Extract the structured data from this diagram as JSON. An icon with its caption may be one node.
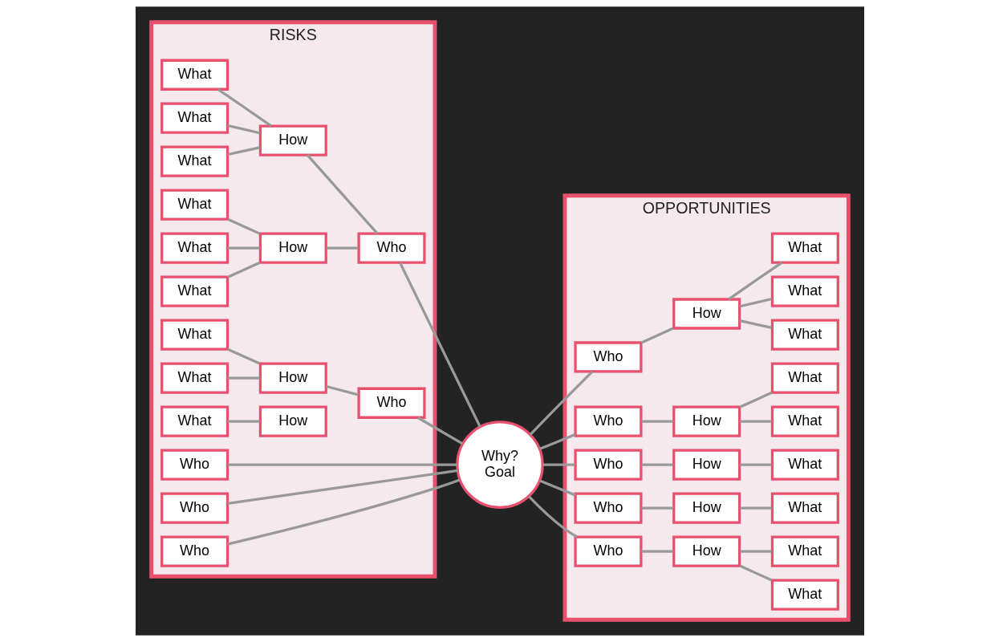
{
  "diagram": {
    "nodes": [
      {
        "text": [
          "RISKS"
        ]
      },
      {
        "text": [
          "What"
        ],
        "in": 0
      },
      {
        "text": [
          "What"
        ],
        "in": 0
      },
      {
        "text": [
          "What"
        ],
        "in": 0
      },
      {
        "text": [
          "How"
        ],
        "in": 0
      },
      {
        "text": [
          "Who"
        ],
        "in": 0
      },
      {
        "text": [
          "What"
        ],
        "in": 0
      },
      {
        "text": [
          "What"
        ],
        "in": 0
      },
      {
        "text": [
          "What"
        ],
        "in": 0
      },
      {
        "text": [
          "How"
        ],
        "in": 0
      },
      {
        "text": [
          "Who"
        ],
        "in": 0
      },
      {
        "text": [
          "Who"
        ],
        "in": 0
      },
      {
        "text": [
          "What"
        ],
        "in": 0
      },
      {
        "text": [
          "What"
        ],
        "in": 0
      },
      {
        "text": [
          "How"
        ],
        "in": 0
      },
      {
        "text": [
          "Who"
        ],
        "in": 0
      },
      {
        "text": [
          "Who"
        ],
        "in": 0
      },
      {
        "text": [
          "What"
        ],
        "in": 0
      },
      {
        "text": [
          "How"
        ],
        "in": 0
      },
      {
        "text": [
          "Why?",
          "Goal"
        ]
      },
      {
        "text": [
          "OPPORTUNITIES"
        ]
      },
      {
        "text": [
          "How"
        ],
        "in": 20
      },
      {
        "text": [
          "What"
        ],
        "in": 20
      },
      {
        "text": [
          "What"
        ],
        "in": 20
      },
      {
        "text": [
          "What"
        ],
        "in": 20
      },
      {
        "text": [
          "Who"
        ],
        "in": 20
      },
      {
        "text": [
          "Who"
        ],
        "in": 20
      },
      {
        "text": [
          "How"
        ],
        "in": 20
      },
      {
        "text": [
          "What"
        ],
        "in": 20
      },
      {
        "text": [
          "What"
        ],
        "in": 20
      },
      {
        "text": [
          "Who"
        ],
        "in": 20
      },
      {
        "text": [
          "How"
        ],
        "in": 20
      },
      {
        "text": [
          "What"
        ],
        "in": 20
      },
      {
        "text": [
          "Who"
        ],
        "in": 20
      },
      {
        "text": [
          "How"
        ],
        "in": 20
      },
      {
        "text": [
          "What"
        ],
        "in": 20
      },
      {
        "text": [
          "Who"
        ],
        "in": 20
      },
      {
        "text": [
          "What"
        ],
        "in": 20
      },
      {
        "text": [
          "How"
        ],
        "in": 20
      },
      {
        "text": [
          "What"
        ],
        "in": 20
      }
    ],
    "edges": [
      {
        "from": 1,
        "to": 4,
        "arrow": "none"
      },
      {
        "from": 2,
        "to": 4,
        "arrow": "none"
      },
      {
        "from": 3,
        "to": 4,
        "arrow": "none"
      },
      {
        "from": 4,
        "to": 5,
        "arrow": "none"
      },
      {
        "from": 6,
        "to": 9,
        "arrow": "none"
      },
      {
        "from": 7,
        "to": 9,
        "arrow": "none"
      },
      {
        "from": 8,
        "to": 9,
        "arrow": "none"
      },
      {
        "from": 9,
        "to": 5,
        "arrow": "none"
      },
      {
        "from": 12,
        "to": 14,
        "arrow": "none"
      },
      {
        "from": 13,
        "to": 14,
        "arrow": "none"
      },
      {
        "from": 14,
        "to": 11,
        "arrow": "none"
      },
      {
        "from": 17,
        "to": 18,
        "arrow": "none"
      },
      {
        "from": 5,
        "to": 19,
        "arrow": "none"
      },
      {
        "from": 10,
        "to": 19,
        "arrow": "none"
      },
      {
        "from": 11,
        "to": 19,
        "arrow": "none"
      },
      {
        "from": 15,
        "to": 19,
        "arrow": "none"
      },
      {
        "from": 16,
        "to": 19,
        "arrow": "none"
      },
      {
        "from": 19,
        "to": 25,
        "arrow": "none"
      },
      {
        "from": 19,
        "to": 26,
        "arrow": "none"
      },
      {
        "from": 19,
        "to": 30,
        "arrow": "none"
      },
      {
        "from": 19,
        "to": 33,
        "arrow": "none"
      },
      {
        "from": 19,
        "to": 36,
        "arrow": "none"
      },
      {
        "from": 25,
        "to": 21,
        "arrow": "none"
      },
      {
        "from": 21,
        "to": 22,
        "arrow": "none"
      },
      {
        "from": 21,
        "to": 23,
        "arrow": "none"
      },
      {
        "from": 21,
        "to": 24,
        "arrow": "none"
      },
      {
        "from": 26,
        "to": 27,
        "arrow": "none"
      },
      {
        "from": 27,
        "to": 28,
        "arrow": "none"
      },
      {
        "from": 27,
        "to": 29,
        "arrow": "none"
      },
      {
        "from": 30,
        "to": 31,
        "arrow": "none"
      },
      {
        "from": 31,
        "to": 32,
        "arrow": "none"
      },
      {
        "from": 33,
        "to": 34,
        "arrow": "none"
      },
      {
        "from": 34,
        "to": 35,
        "arrow": "none"
      },
      {
        "from": 36,
        "to": 38,
        "arrow": "none"
      },
      {
        "from": 38,
        "to": 37,
        "arrow": "none"
      },
      {
        "from": 38,
        "to": 39,
        "arrow": "none"
      }
    ]
  }
}
